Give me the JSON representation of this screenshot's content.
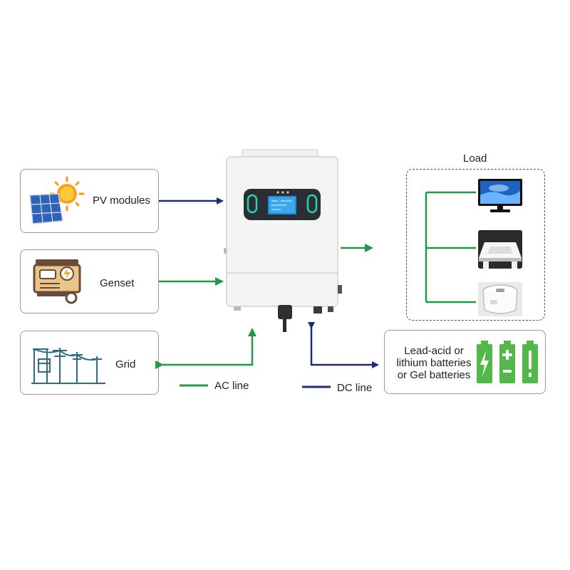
{
  "sources": {
    "pv": {
      "label": "PV modules",
      "icon": "solar-panel-sun-icon"
    },
    "genset": {
      "label": "Genset",
      "icon": "generator-icon"
    },
    "grid": {
      "label": "Grid",
      "icon": "power-pylon-icon"
    }
  },
  "inverter": {
    "display_text": "",
    "icon": "hybrid-inverter-icon"
  },
  "load": {
    "title": "Load",
    "items": [
      {
        "icon": "television-icon"
      },
      {
        "icon": "ceiling-light-icon"
      },
      {
        "icon": "rice-cooker-icon"
      }
    ]
  },
  "battery": {
    "label_lines": [
      "Lead-acid or",
      "lithium batteries",
      "or Gel batteries"
    ],
    "icon": "battery-icon"
  },
  "legend": {
    "ac_label": "AC line",
    "dc_label": "DC line"
  },
  "colors": {
    "ac_line": "#1e9a48",
    "dc_line": "#1e2a7a",
    "battery_green": "#52b848",
    "solar_blue": "#2f63b6",
    "sun_orange": "#f39a1b"
  }
}
